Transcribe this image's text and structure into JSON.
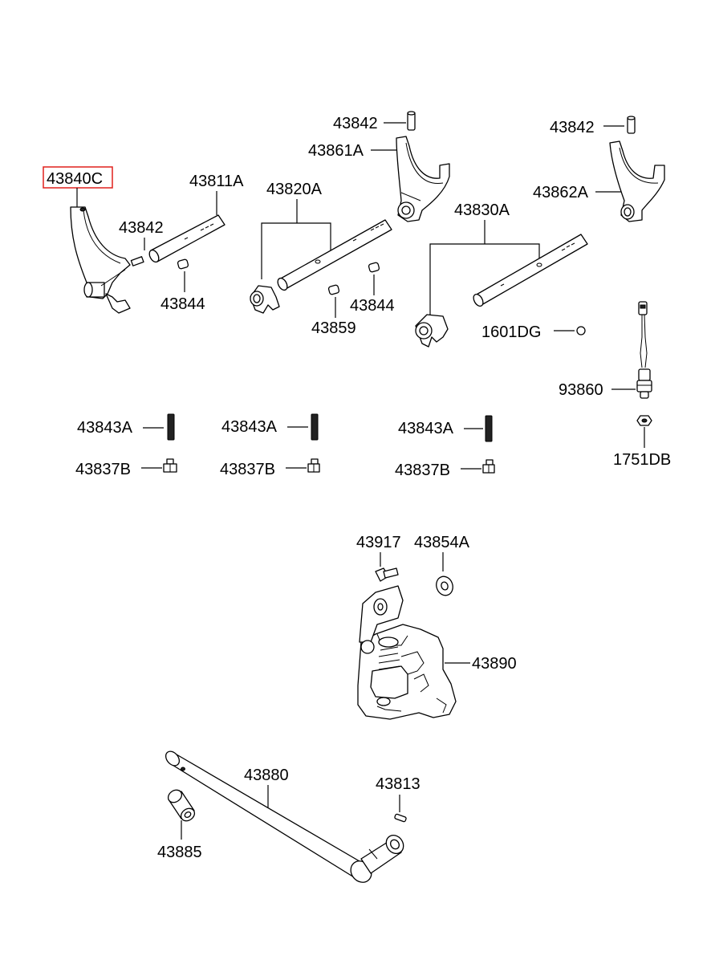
{
  "highlight_color": "#e0201c",
  "parts": {
    "p_43840C": "43840C",
    "p_43811A": "43811A",
    "p_43842_a": "43842",
    "p_43844_a": "43844",
    "p_43820A": "43820A",
    "p_43859": "43859",
    "p_43844_b": "43844",
    "p_43842_b": "43842",
    "p_43861A": "43861A",
    "p_43830A": "43830A",
    "p_43842_c": "43842",
    "p_43862A": "43862A",
    "p_1601DG": "1601DG",
    "p_93860": "93860",
    "p_1751DB": "1751DB",
    "p_43843A_1": "43843A",
    "p_43843A_2": "43843A",
    "p_43843A_3": "43843A",
    "p_43837B_1": "43837B",
    "p_43837B_2": "43837B",
    "p_43837B_3": "43837B",
    "p_43917": "43917",
    "p_43854A": "43854A",
    "p_43890": "43890",
    "p_43880": "43880",
    "p_43813": "43813",
    "p_43885": "43885"
  }
}
